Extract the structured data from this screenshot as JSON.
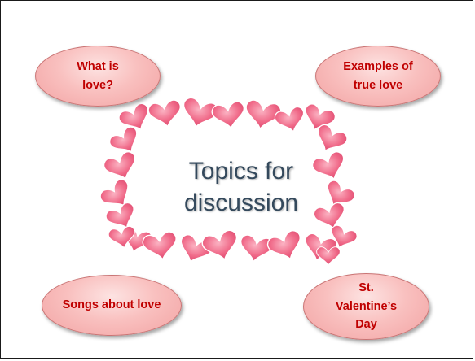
{
  "title": "Topics for\ndiscussion",
  "topics": [
    {
      "label": "What is\nlove?"
    },
    {
      "label": "Examples of\ntrue love"
    },
    {
      "label": "Songs about love"
    },
    {
      "label": "St.\nValentine’s\nDay"
    }
  ],
  "colors": {
    "bubble_text": "#c00000",
    "bubble_fill": "#f9c0bf",
    "heart_fill": "#f06080",
    "title_text": "#34495c",
    "border": "#1a1a1a"
  },
  "icons": [
    "heart-icon"
  ]
}
